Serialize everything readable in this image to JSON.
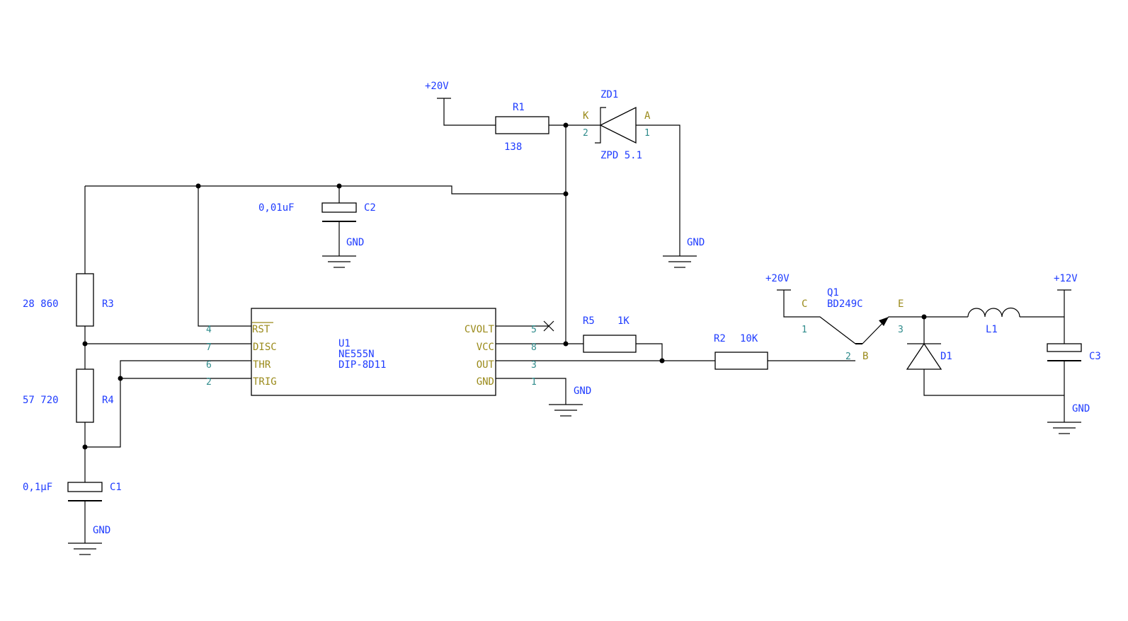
{
  "colors": {
    "wire": "#000000",
    "label": "#1f3cff",
    "pin_number": "#2e8b8b",
    "pin_name": "#9a8a1a"
  },
  "supplies": {
    "v20": "+20V",
    "v12": "+12V",
    "gnd": "GND"
  },
  "r1": {
    "ref": "R1",
    "value": "138"
  },
  "zd1": {
    "ref": "ZD1",
    "value": "ZPD 5.1",
    "pin_k": "K",
    "pin_a": "A",
    "pin_k_num": "2",
    "pin_a_num": "1"
  },
  "c2": {
    "ref": "C2",
    "value": "0,01uF"
  },
  "r3": {
    "ref": "R3",
    "value": "28 860"
  },
  "r4": {
    "ref": "R4",
    "value": "57 720"
  },
  "c1": {
    "ref": "C1",
    "value": "0,1µF"
  },
  "u1": {
    "ref": "U1",
    "part": "NE555N",
    "package": "DIP-8D11",
    "pins": {
      "rst": {
        "name": "RST",
        "num": "4"
      },
      "disc": {
        "name": "DISC",
        "num": "7"
      },
      "thr": {
        "name": "THR",
        "num": "6"
      },
      "trig": {
        "name": "TRIG",
        "num": "2"
      },
      "cvolt": {
        "name": "CVOLT",
        "num": "5"
      },
      "vcc": {
        "name": "VCC",
        "num": "8"
      },
      "out": {
        "name": "OUT",
        "num": "3"
      },
      "gnd": {
        "name": "GND",
        "num": "1"
      }
    }
  },
  "r5": {
    "ref": "R5",
    "value": "1K"
  },
  "r2": {
    "ref": "R2",
    "value": "10K"
  },
  "q1": {
    "ref": "Q1",
    "part": "BD249C",
    "pin_c": "C",
    "pin_b": "B",
    "pin_e": "E",
    "pin_c_num": "1",
    "pin_b_num": "2",
    "pin_e_num": "3"
  },
  "l1": {
    "ref": "L1"
  },
  "d1": {
    "ref": "D1"
  },
  "c3": {
    "ref": "C3"
  }
}
